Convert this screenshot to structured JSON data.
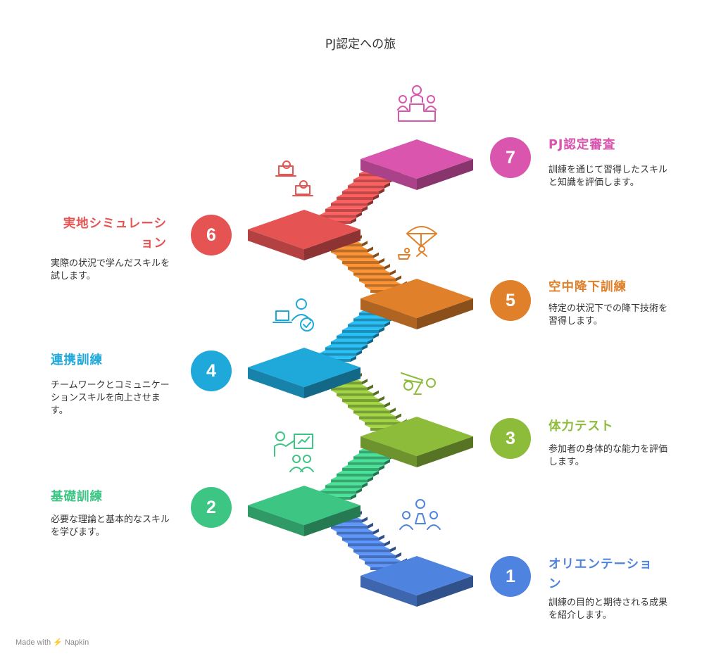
{
  "title": "PJ認定への旅",
  "steps": [
    {
      "number": "1",
      "title_line1": "オリエンテーショ",
      "title_line2": "ン",
      "desc": "訓練の目的と期待される成果を紹介します。",
      "color": "#4F83E0",
      "icon": "meeting-table-icon"
    },
    {
      "number": "2",
      "title_line1": "基礎訓練",
      "title_line2": "",
      "desc": "必要な理論と基本的なスキルを学びます。",
      "color": "#3DC584",
      "icon": "presentation-board-icon"
    },
    {
      "number": "3",
      "title_line1": "体力テスト",
      "title_line2": "",
      "desc": "参加者の身体的な能力を評価します。",
      "color": "#8DBB3A",
      "icon": "pushup-icon"
    },
    {
      "number": "4",
      "title_line1": "連携訓練",
      "title_line2": "",
      "desc": "チームワークとコミュニケーションスキルを向上させます。",
      "color": "#1FA8DA",
      "icon": "teamwork-icon"
    },
    {
      "number": "5",
      "title_line1": "空中降下訓練",
      "title_line2": "",
      "desc": "特定の状況下での降下技術を習得します。",
      "color": "#E0802B",
      "icon": "parachute-icon"
    },
    {
      "number": "6",
      "title_line1": "実地シミュレーシ",
      "title_line2": "ョン",
      "desc": "実際の状況で学んだスキルを試します。",
      "color": "#E55353",
      "icon": "simulation-laptops-icon"
    },
    {
      "number": "7",
      "title_line1": "PJ認定審査",
      "title_line2": "",
      "desc": "訓練を通じて習得したスキルと知識を評価します。",
      "color": "#D955AE",
      "icon": "podium-icon"
    }
  ],
  "footer": "Made with ⚡ Napkin"
}
